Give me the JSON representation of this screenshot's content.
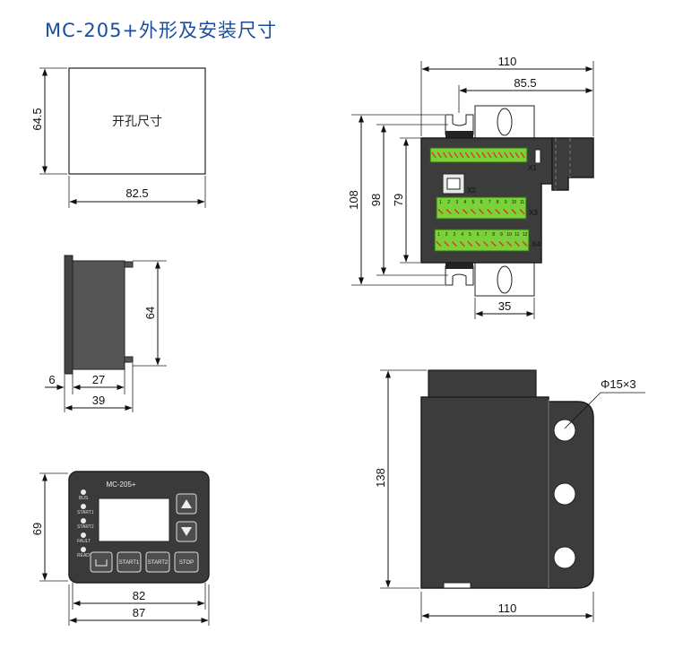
{
  "title": "MC-205+外形及安装尺寸",
  "cutout": {
    "label": "开孔尺寸",
    "height": "64.5",
    "width": "82.5"
  },
  "side_view": {
    "height": "64",
    "d6": "6",
    "d27": "27",
    "d39": "39"
  },
  "front_panel": {
    "model": "MC-205+",
    "leds": [
      "BUS",
      "START1",
      "START2",
      "FAULT",
      "READY"
    ],
    "buttons": [
      "START1",
      "START2",
      "STOP"
    ],
    "height": "69",
    "width_inner": "82",
    "width_outer": "87"
  },
  "terminal_view": {
    "w110": "110",
    "w85_5": "85.5",
    "h108": "108",
    "h98": "98",
    "h79": "79",
    "w35": "35",
    "connectors": [
      "X1",
      "X2",
      "X3",
      "X4"
    ],
    "x3_pins": [
      "1",
      "2",
      "3",
      "4",
      "5",
      "6",
      "7",
      "8",
      "9",
      "10",
      "11"
    ],
    "x4_pins": [
      "1",
      "2",
      "3",
      "4",
      "5",
      "6",
      "7",
      "8",
      "9",
      "10",
      "11",
      "12"
    ]
  },
  "side_mount_view": {
    "height": "138",
    "width": "110",
    "holes": "Φ15×3"
  },
  "colors": {
    "title": "#1a4fa0",
    "body": "#3c3c3c",
    "terminal": "#7ad13a",
    "mark": "#e03020"
  }
}
